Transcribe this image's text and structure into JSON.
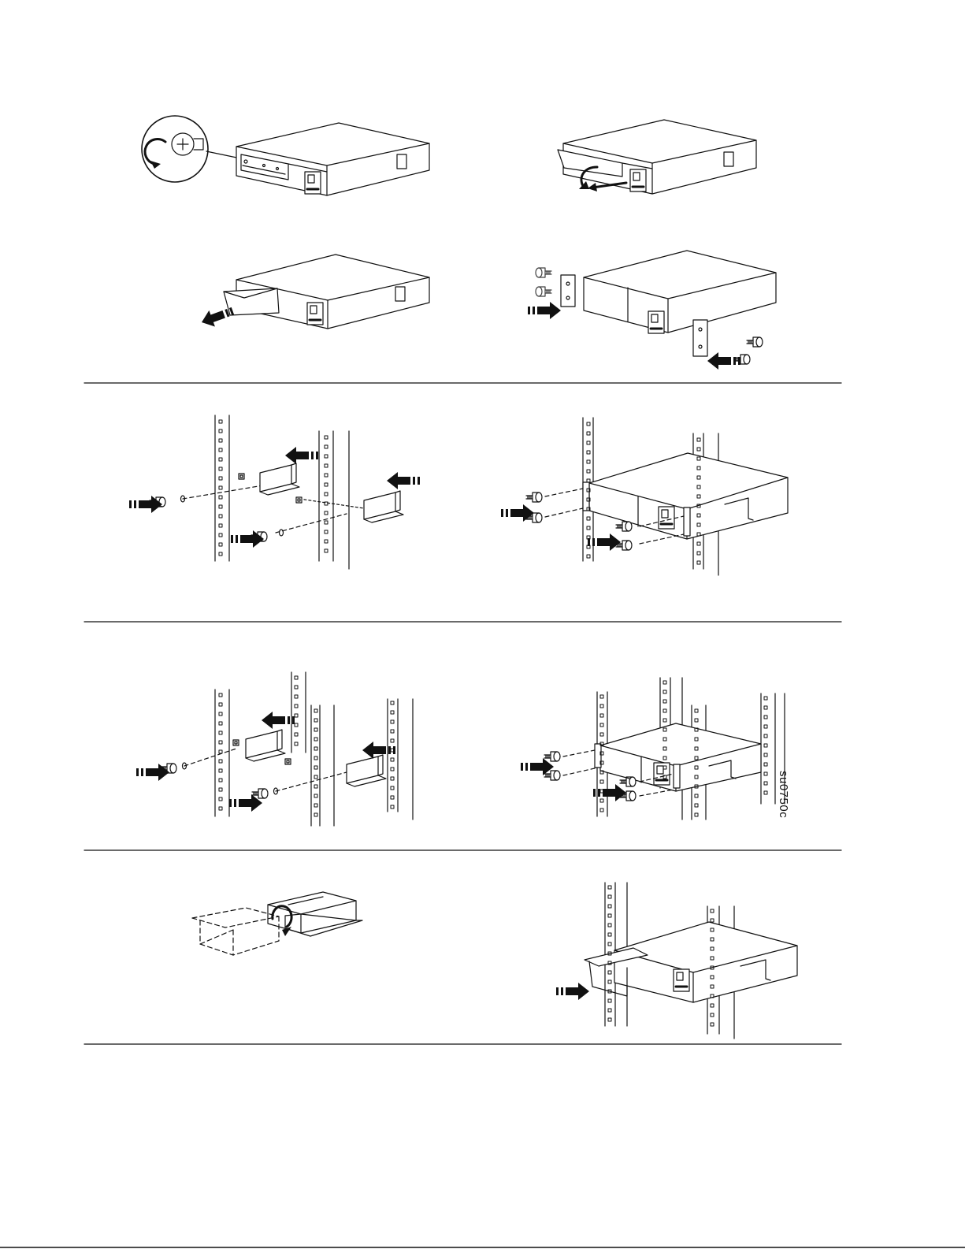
{
  "figure": {
    "code_label": "su0750c",
    "sections": [
      {
        "name": "ups-preparation",
        "steps": [
          "loosen-bezel-screw",
          "remove-front-bezel",
          "pull-out-battery",
          "attach-mounting-ears"
        ]
      },
      {
        "name": "square-hole-rack",
        "steps": [
          "install-rails-square-hole",
          "mount-ups-square-hole"
        ]
      },
      {
        "name": "round-hole-rack",
        "steps": [
          "install-rails-round-hole",
          "mount-ups-round-hole"
        ]
      },
      {
        "name": "battery-reinstall",
        "steps": [
          "rotate-battery",
          "insert-battery"
        ]
      }
    ],
    "colors": {
      "ink": "#111111",
      "background": "#ffffff"
    }
  }
}
